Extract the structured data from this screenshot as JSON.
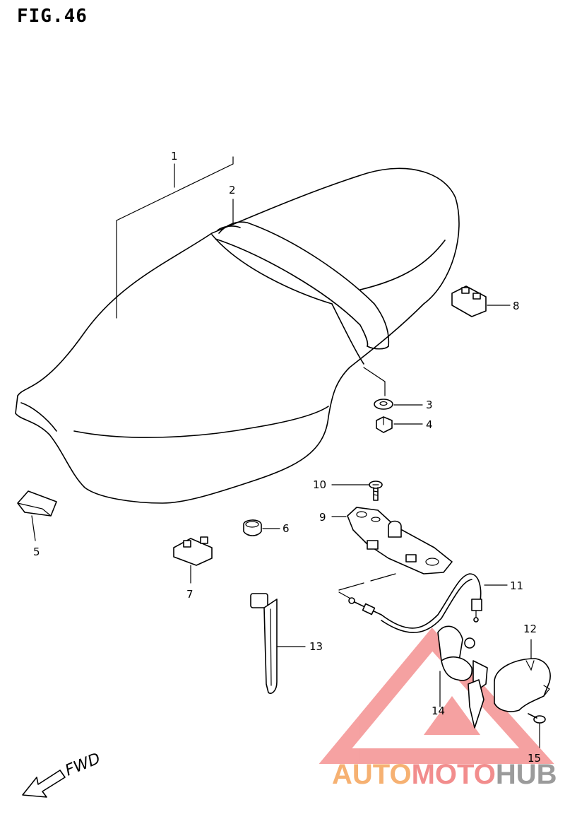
{
  "figure": {
    "title": "FIG.46"
  },
  "callouts": [
    {
      "id": "callout-1",
      "label": "1"
    },
    {
      "id": "callout-2",
      "label": "2"
    },
    {
      "id": "callout-3",
      "label": "3"
    },
    {
      "id": "callout-4",
      "label": "4"
    },
    {
      "id": "callout-5",
      "label": "5"
    },
    {
      "id": "callout-6",
      "label": "6"
    },
    {
      "id": "callout-7",
      "label": "7"
    },
    {
      "id": "callout-8",
      "label": "8"
    },
    {
      "id": "callout-9",
      "label": "9"
    },
    {
      "id": "callout-10",
      "label": "10"
    },
    {
      "id": "callout-11",
      "label": "11"
    },
    {
      "id": "callout-12",
      "label": "12"
    },
    {
      "id": "callout-13",
      "label": "13"
    },
    {
      "id": "callout-14",
      "label": "14"
    },
    {
      "id": "callout-15",
      "label": "15"
    }
  ],
  "direction": {
    "label": "FWD"
  },
  "watermark": {
    "part1": "AUTO",
    "part2": "MOTO",
    "part3": "HUB"
  },
  "colors": {
    "line": "#000000",
    "watermark_orange": "#f5a45a",
    "watermark_red": "#f07a7a",
    "watermark_gray": "#8a8a8a"
  }
}
